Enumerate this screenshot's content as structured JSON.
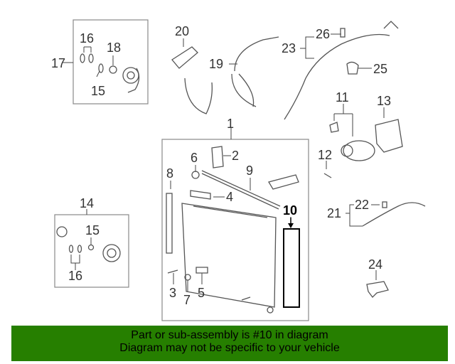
{
  "diagram": {
    "labels": {
      "n1": "1",
      "n2": "2",
      "n3": "3",
      "n4": "4",
      "n5": "5",
      "n6": "6",
      "n7": "7",
      "n8": "8",
      "n9": "9",
      "n10": "10",
      "n11": "11",
      "n12": "12",
      "n13": "13",
      "n14": "14",
      "n15a": "15",
      "n15b": "15",
      "n16a": "16",
      "n16b": "16",
      "n17": "17",
      "n18": "18",
      "n19": "19",
      "n20": "20",
      "n21": "21",
      "n22": "22",
      "n23": "23",
      "n24": "24",
      "n25": "25",
      "n26": "26"
    }
  },
  "banner": {
    "line1": "Part or sub-assembly is #10 in diagram",
    "line2": "Diagram may not be specific to your vehicle",
    "color": "#267f00"
  }
}
